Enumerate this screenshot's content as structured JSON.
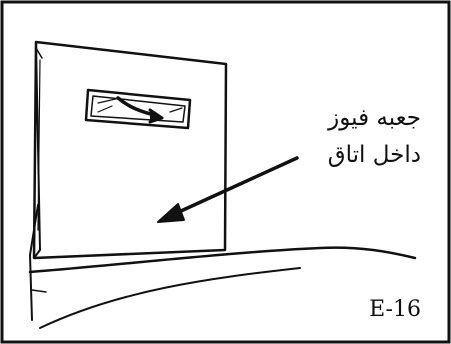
{
  "callout": {
    "line1": "جعبه فیوز",
    "line2": "داخل اتاق"
  },
  "figure_code": "E-16",
  "icons": [
    "fuse-box-cover-icon",
    "pull-handle-icon",
    "pointer-arrow-icon"
  ]
}
